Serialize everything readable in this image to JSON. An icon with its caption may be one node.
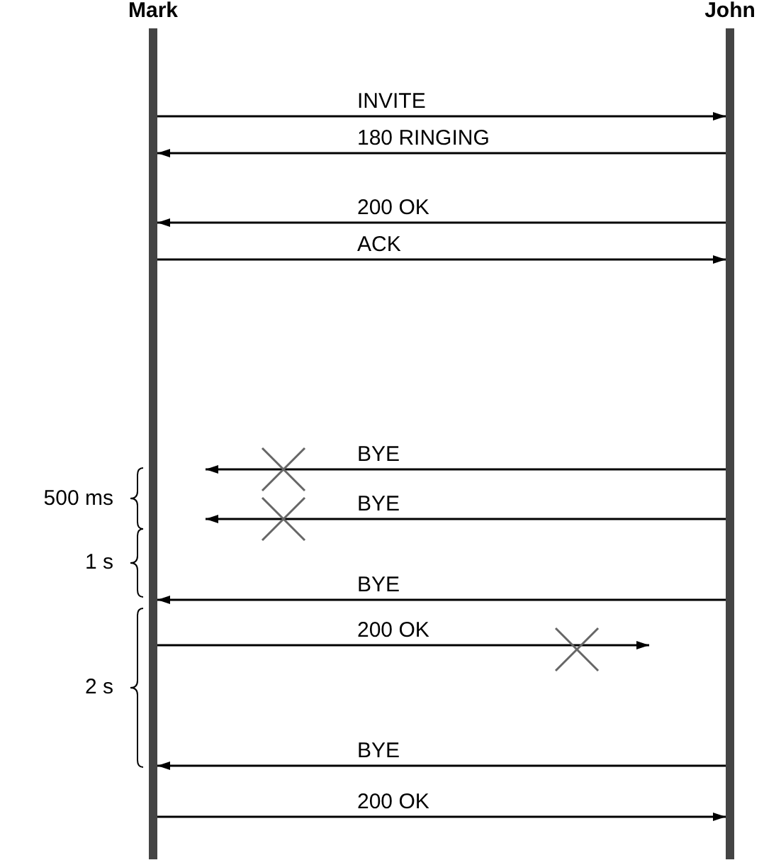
{
  "diagram": {
    "nodes": [
      {
        "text": [
          "Mark"
        ]
      },
      {
        "text": [
          "John"
        ]
      }
    ],
    "edges": [
      {
        "from": 0,
        "to": 1,
        "arrow": "to",
        "label": "INVITE"
      },
      {
        "from": 1,
        "to": 0,
        "arrow": "to",
        "label": "180 RINGING"
      },
      {
        "from": 1,
        "to": 0,
        "arrow": "to",
        "label": "200 OK"
      },
      {
        "from": 0,
        "to": 1,
        "arrow": "to",
        "label": "ACK"
      },
      {
        "from": 1,
        "to": null,
        "arrow": "to",
        "label": "BYE"
      },
      {
        "from": 1,
        "to": null,
        "arrow": "to",
        "label": "BYE"
      },
      {
        "from": 1,
        "to": 0,
        "arrow": "to",
        "label": "BYE"
      },
      {
        "from": 0,
        "to": null,
        "arrow": "to",
        "label": "200 OK"
      },
      {
        "from": 1,
        "to": 0,
        "arrow": "to",
        "label": "BYE"
      },
      {
        "from": 0,
        "to": 1,
        "arrow": "to",
        "label": "200 OK"
      }
    ],
    "labels": [
      "500 ms",
      "1 s",
      "2 s"
    ]
  }
}
